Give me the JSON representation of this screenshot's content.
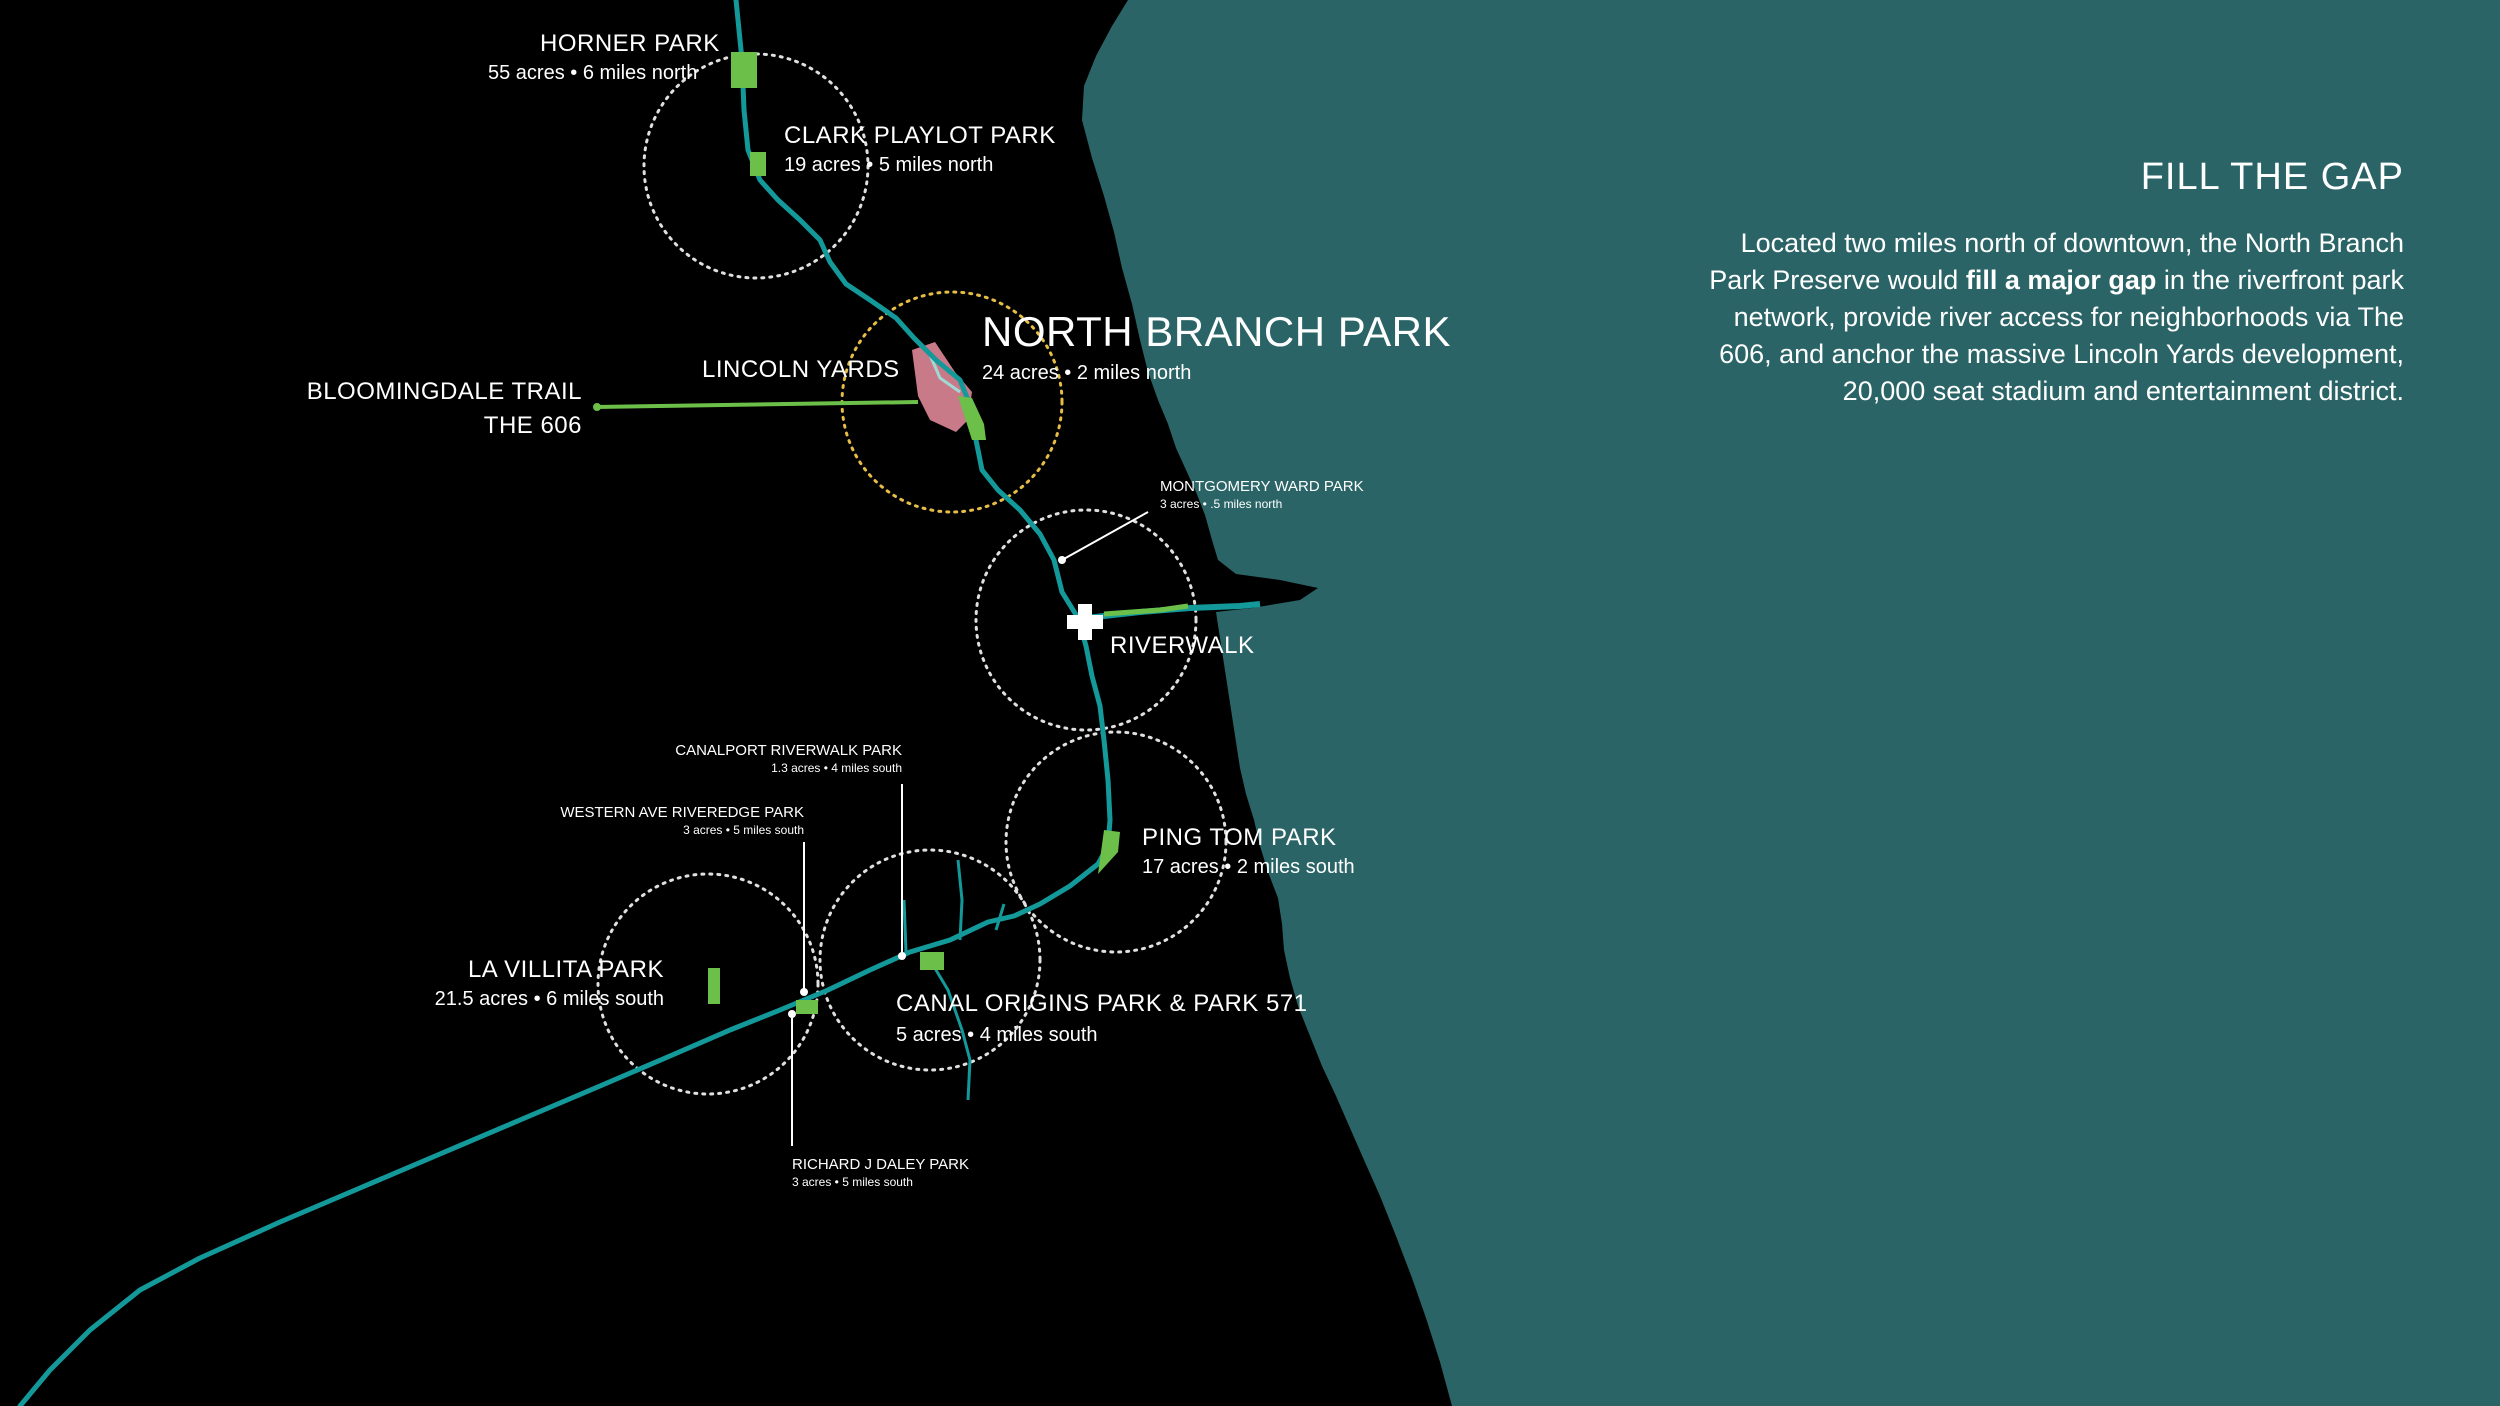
{
  "colors": {
    "lake": "#2a6466",
    "land": "#000000",
    "river": "#14999a",
    "park": "#6cc04a",
    "highlight_circle": "#e6bd45",
    "circle": "#e0e0e0",
    "development": "#c97a88"
  },
  "panel": {
    "heading": "FILL THE GAP",
    "body_before": "Located two miles north of downtown, the North Branch Park Preserve would",
    "body_bold": "fill a major gap",
    "body_after": "in the riverfront park network, provide river access for neighborhoods via The 606, and anchor the massive Lincoln Yards development, 20,000 seat stadium and entertainment district."
  },
  "labels": {
    "horner_title": "HORNER PARK",
    "horner_sub": "55 acres • 6 miles north",
    "clark_title": "CLARK PLAYLOT PARK",
    "clark_sub": "19 acres • 5 miles north",
    "north_branch_title": "NORTH BRANCH PARK",
    "north_branch_sub": "24 acres • 2 miles north",
    "lincoln_yards": "LINCOLN YARDS",
    "bloomingdale_line1": "BLOOMINGDALE TRAIL",
    "bloomingdale_line2": "THE 606",
    "montgomery_title": "MONTGOMERY WARD PARK",
    "montgomery_sub": "3 acres • .5 miles north",
    "riverwalk": "RIVERWALK",
    "ping_tom_title": "PING TOM PARK",
    "ping_tom_sub": "17 acres • 2 miles south",
    "canalport_title": "CANALPORT RIVERWALK PARK",
    "canalport_sub": "1.3 acres • 4 miles south",
    "western_title": "WESTERN AVE RIVEREDGE PARK",
    "western_sub": "3 acres • 5 miles south",
    "la_villita_title": "LA VILLITA PARK",
    "la_villita_sub": "21.5 acres • 6 miles south",
    "canal_origins_title": "CANAL ORIGINS PARK & PARK 571",
    "canal_origins_sub": "5 acres • 4 miles south",
    "daley_title": "RICHARD J DALEY PARK",
    "daley_sub": "3 acres • 5 miles south"
  }
}
